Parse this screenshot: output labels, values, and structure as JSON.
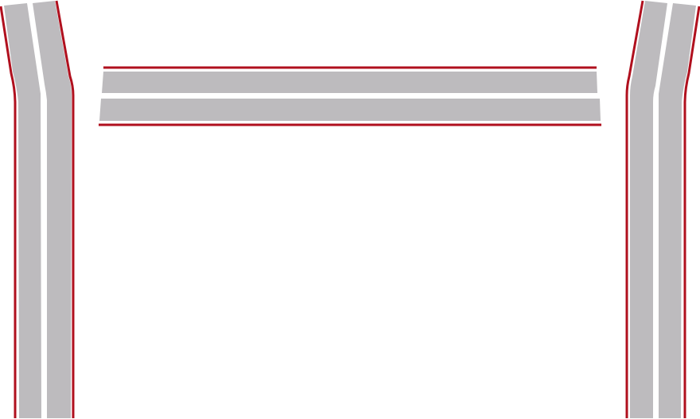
{
  "colors": {
    "background": "#ffffff",
    "stripe_fill": "#bdbbbe",
    "trim": "#b0101e"
  },
  "graphics": {
    "left_stripes": "left-vertical-stripes",
    "top_stripes": "horizontal-center-stripes",
    "right_stripes": "right-vertical-stripes"
  }
}
